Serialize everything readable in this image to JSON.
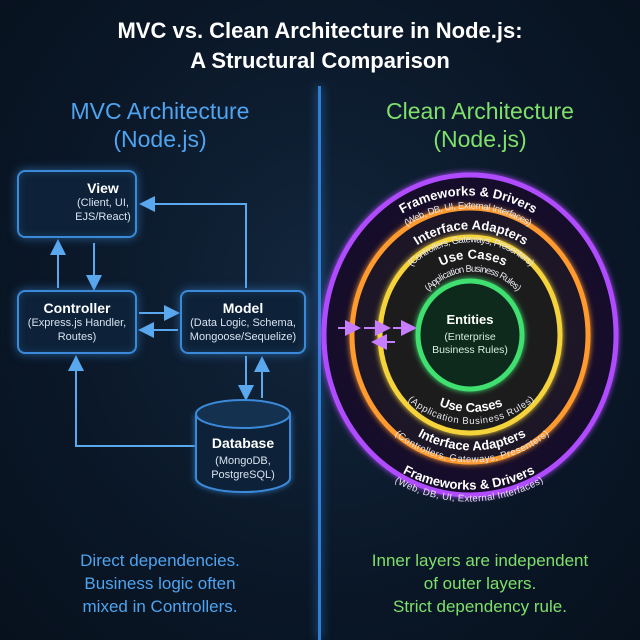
{
  "title": {
    "line1": "MVC vs. Clean Architecture in Node.js:",
    "line2": "A Structural Comparison"
  },
  "mvc": {
    "heading_line1": "MVC Architecture",
    "heading_line2": "(Node.js)",
    "view": {
      "title": "View",
      "lines": [
        "(Client, UI,",
        "EJS/React)"
      ]
    },
    "controller": {
      "title": "Controller",
      "lines": [
        "(Express.js Handler,",
        "Routes)"
      ]
    },
    "model": {
      "title": "Model",
      "lines": [
        "(Data Logic, Schema,",
        "Mongoose/Sequelize)"
      ]
    },
    "database": {
      "title": "Database",
      "lines": [
        "(MongoDB,",
        "PostgreSQL)"
      ]
    },
    "caption": [
      "Direct dependencies.",
      "Business logic often",
      "mixed in Controllers."
    ]
  },
  "clean": {
    "heading_line1": "Clean Architecture",
    "heading_line2": "(Node.js)",
    "layers": {
      "frameworks": {
        "title": "Frameworks & Drivers",
        "sub": "(Web, DB, UI, External Interfaces)"
      },
      "adapters": {
        "title": "Interface Adapters",
        "sub": "(Controllers, Gateways, Presenters)"
      },
      "usecases": {
        "title": "Use Cases",
        "sub": "(Application Business Rules)"
      },
      "entities": {
        "title": "Entities",
        "lines": [
          "(Enterprise",
          "Business Rules)"
        ]
      }
    },
    "caption": [
      "Inner layers are independent",
      "of outer layers.",
      "Strict dependency rule."
    ]
  },
  "colors": {
    "mvc_accent": "#4fa3ef",
    "clean_accent": "#7ee06a",
    "frameworks_ring": "#b04cff",
    "adapters_ring": "#ff9a2e",
    "usecases_ring": "#f5d33a",
    "entities_ring": "#3fe070"
  }
}
